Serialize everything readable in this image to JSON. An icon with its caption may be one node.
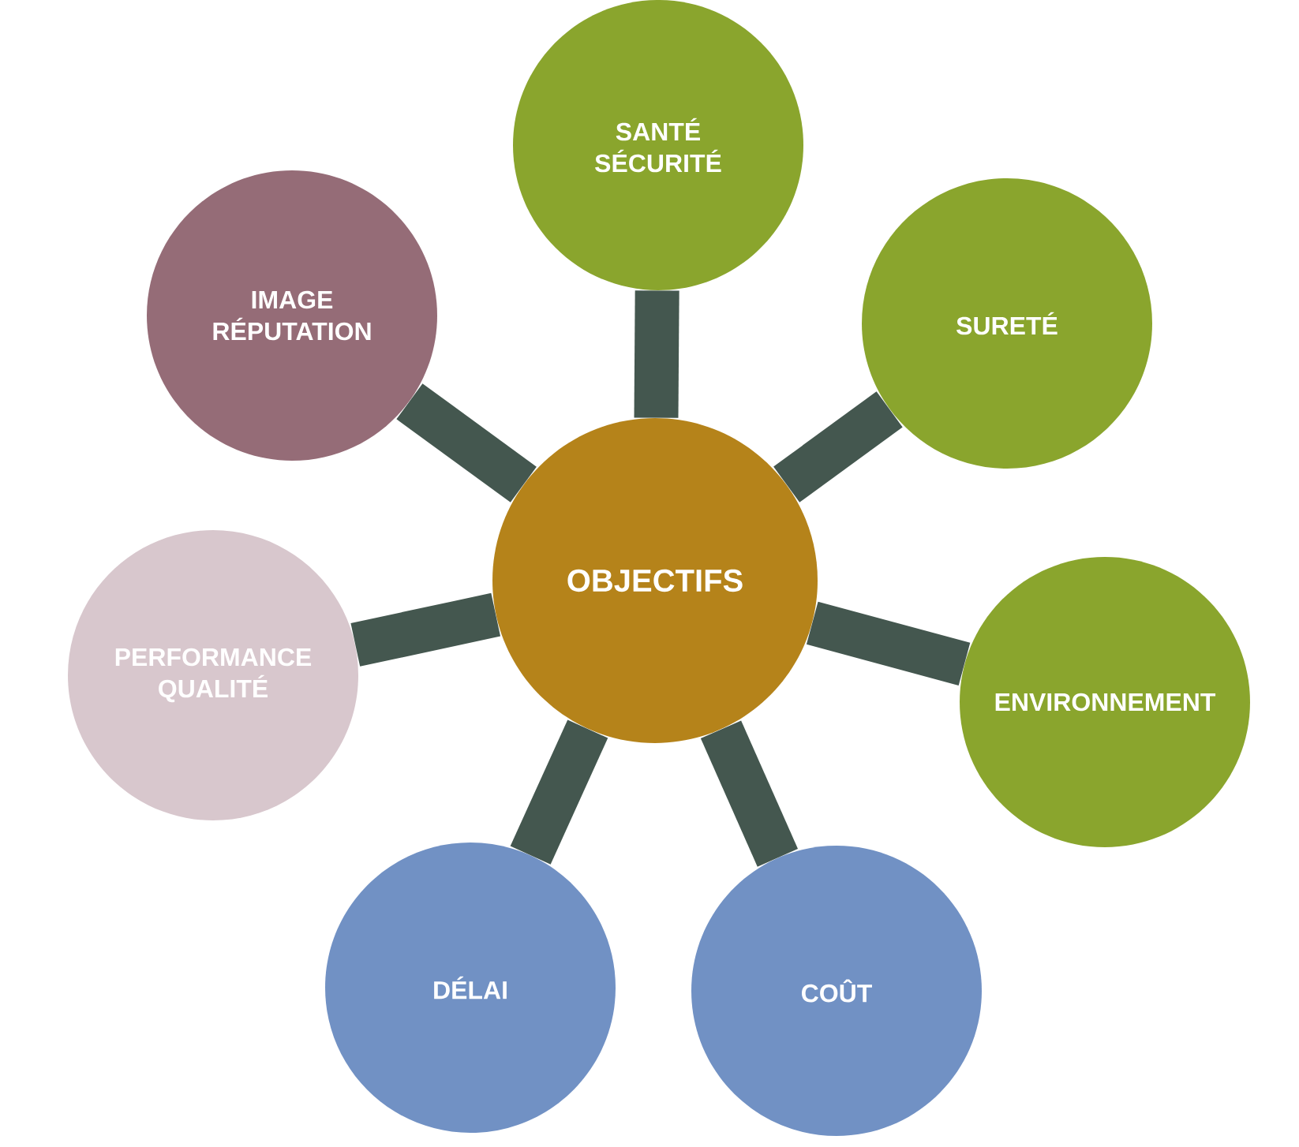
{
  "diagram": {
    "nodes": [
      {
        "text": [
          "OBJECTIFS"
        ]
      },
      {
        "text": [
          "SANTÉ SÉCURITÉ"
        ]
      },
      {
        "text": [
          "SURETÉ"
        ]
      },
      {
        "text": [
          "ENVIRONNEMENT"
        ]
      },
      {
        "text": [
          "COÛT"
        ]
      },
      {
        "text": [
          "DÉLAI"
        ]
      },
      {
        "text": [
          "PERFORMANCE QUALITÉ"
        ]
      },
      {
        "text": [
          "IMAGE RÉPUTATION"
        ]
      }
    ],
    "edges": [
      {
        "from": 0,
        "to": 1,
        "arrow": "none"
      },
      {
        "from": 0,
        "to": 2,
        "arrow": "none"
      },
      {
        "from": 0,
        "to": 3,
        "arrow": "none"
      },
      {
        "from": 0,
        "to": 4,
        "arrow": "none"
      },
      {
        "from": 0,
        "to": 5,
        "arrow": "none"
      },
      {
        "from": 0,
        "to": 6,
        "arrow": "none"
      },
      {
        "from": 0,
        "to": 7,
        "arrow": "none"
      }
    ]
  }
}
